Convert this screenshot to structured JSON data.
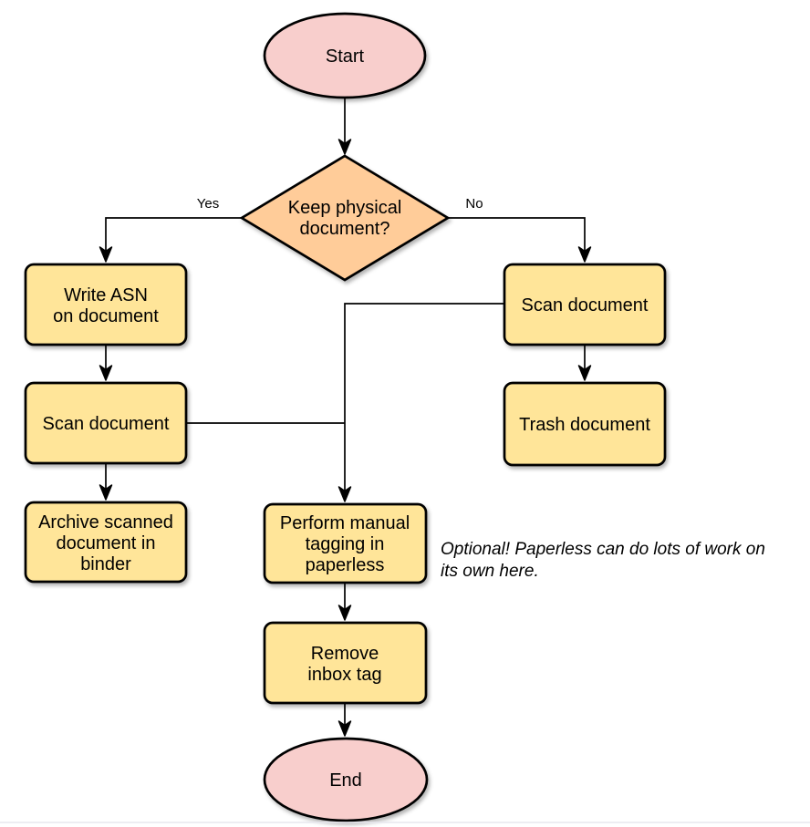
{
  "diagram": {
    "background": "#ffffff",
    "stroke_color": "#000000",
    "text_color": "#000000",
    "colors": {
      "terminal_fill": "#f8cecc",
      "decision_fill": "#ffcc99",
      "process_fill": "#ffe599"
    },
    "nodes": {
      "start": {
        "type": "terminal",
        "label": "Start"
      },
      "keep_physical": {
        "type": "decision",
        "lines": [
          "Keep physical",
          "document?"
        ]
      },
      "write_asn": {
        "type": "process",
        "lines": [
          "Write ASN",
          "on document"
        ]
      },
      "scan_document_left": {
        "type": "process",
        "label": "Scan document"
      },
      "archive_binder": {
        "type": "process",
        "lines": [
          "Archive scanned",
          "document in",
          "binder"
        ]
      },
      "scan_document_right": {
        "type": "process",
        "label": "Scan document"
      },
      "trash_document": {
        "type": "process",
        "label": "Trash document"
      },
      "manual_tagging": {
        "type": "process",
        "lines": [
          "Perform manual",
          "tagging in",
          "paperless"
        ]
      },
      "remove_inbox_tag": {
        "type": "process",
        "lines": [
          "Remove",
          "inbox tag"
        ]
      },
      "end": {
        "type": "terminal",
        "label": "End"
      }
    },
    "edge_labels": {
      "yes": "Yes",
      "no": "No"
    },
    "annotation": {
      "lines": [
        "Optional! Paperless can do lots of work on",
        "its own here."
      ]
    }
  }
}
